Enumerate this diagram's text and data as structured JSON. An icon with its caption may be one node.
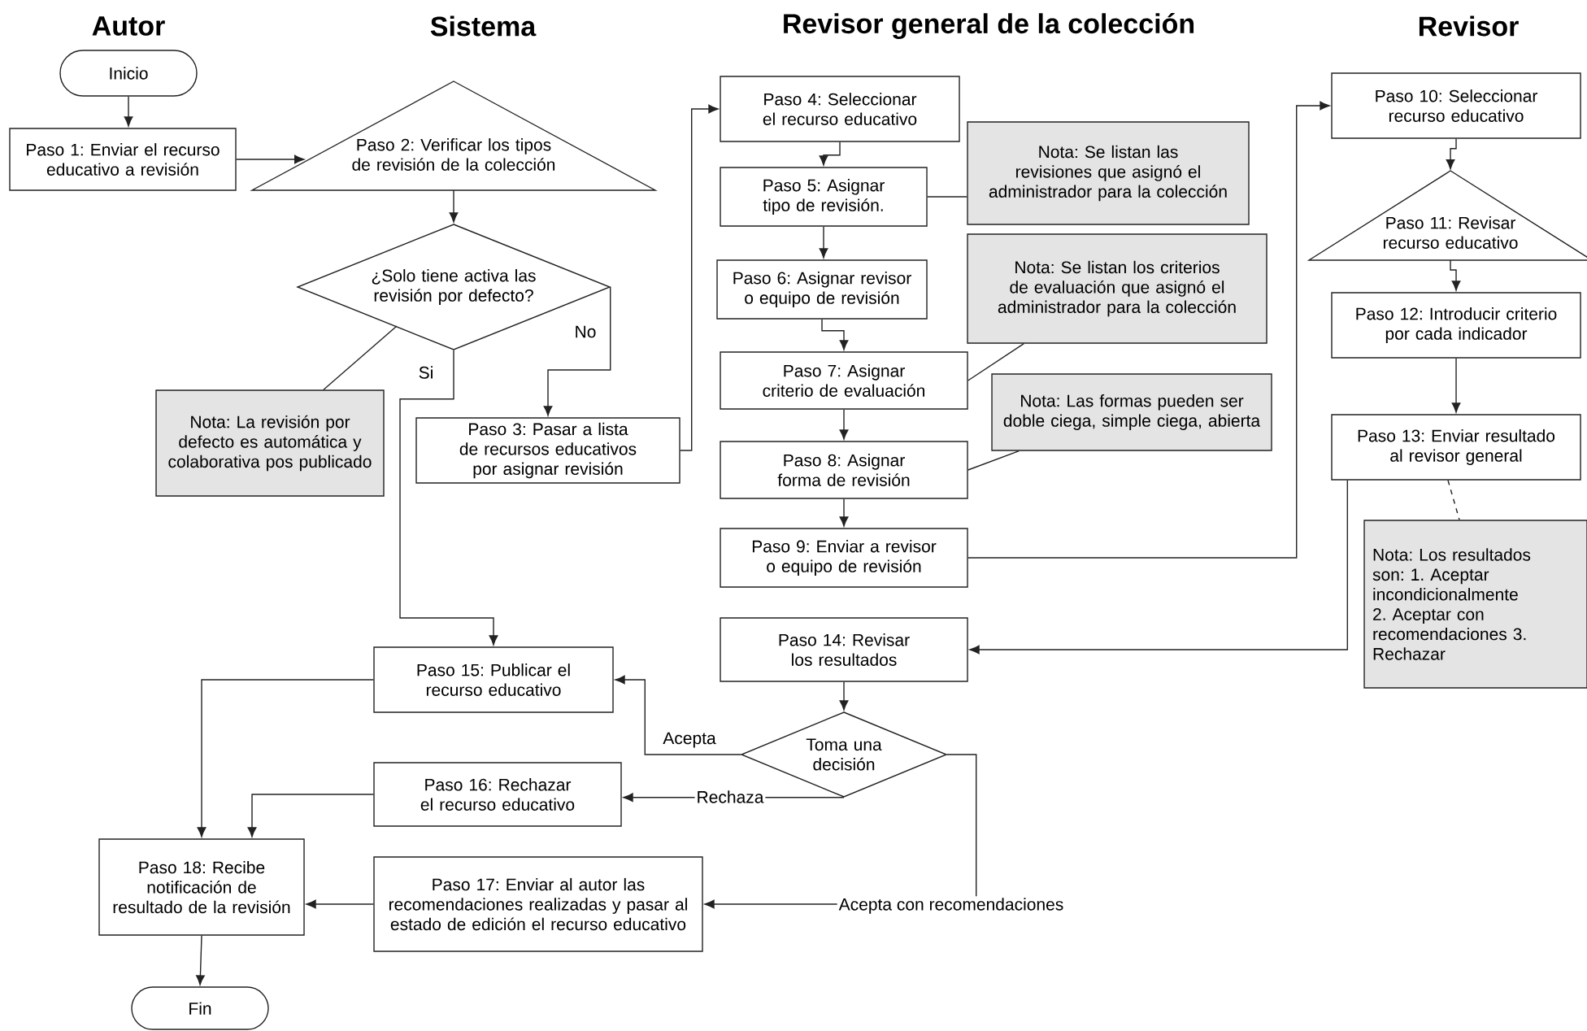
{
  "diagram": {
    "nodes": [
      {
        "text": [
          "Inicio"
        ]
      },
      {
        "text": [
          "Paso 1: Enviar el recurso educativo a revisión"
        ]
      },
      {
        "text": [
          "Paso 2: Verificar los tipos de revisión de la colección"
        ]
      },
      {
        "text": [
          "¿Solo tiene activa las revisión por defecto?"
        ]
      },
      {
        "text": [
          "Nota: La revisión por defecto es automática y colaborativa pos publicado"
        ]
      },
      {
        "text": [
          "Paso 3: Pasar a lista de recursos educativos por asignar revisión"
        ]
      },
      {
        "text": [
          "Paso 4: Seleccionar el recurso educativo"
        ]
      },
      {
        "text": [
          "Nota: Se listan las revisiones que asignó el administrador para la colección"
        ]
      },
      {
        "text": [
          "Paso 5: Asignar tipo de revisión."
        ]
      },
      {
        "text": [
          "Paso 6: Asignar revisor o equipo de revisión"
        ]
      },
      {
        "text": [
          "Nota: Se listan los criterios de evaluación que asignó el administrador para la colección"
        ]
      },
      {
        "text": [
          "Paso 7: Asignar criterio de evaluación"
        ]
      },
      {
        "text": [
          "Nota: Las formas pueden ser doble ciega, simple ciega, abierta"
        ]
      },
      {
        "text": [
          "Paso 8: Asignar forma de revisión"
        ]
      },
      {
        "text": [
          "Paso 9: Enviar a revisor o equipo de revisión"
        ]
      },
      {
        "text": [
          "Paso 10: Seleccionar recurso educativo"
        ]
      },
      {
        "text": [
          "Paso 11: Revisar recurso educativo"
        ]
      },
      {
        "text": [
          "Paso 12: Introducir criterio por cada indicador"
        ]
      },
      {
        "text": [
          "Paso 13: Enviar resultado al revisor general"
        ]
      },
      {
        "text": [
          "Nota: Los resultados son: 1. Aceptar incondicionalmente 2. Aceptar con recomendaciones 3. Rechazar"
        ]
      },
      {
        "text": [
          "Paso 14: Revisar los resultados"
        ]
      },
      {
        "text": [
          "Toma una decisión"
        ]
      },
      {
        "text": [
          "Paso 15: Publicar el recurso educativo"
        ]
      },
      {
        "text": [
          "Paso 16: Rechazar el recurso educativo"
        ]
      },
      {
        "text": [
          "Paso 17: Enviar al autor las recomendaciones realizadas y pasar al estado de edición el recurso educativo"
        ]
      },
      {
        "text": [
          "Paso 18: Recibe notificación de resultado de la revisión"
        ]
      },
      {
        "text": [
          "Fin"
        ]
      }
    ],
    "edges": [
      {
        "from": 0,
        "to": 1,
        "arrow": "to"
      },
      {
        "from": 1,
        "to": 2,
        "arrow": "to"
      },
      {
        "from": 2,
        "to": 3,
        "arrow": "to"
      },
      {
        "from": 3,
        "to": 5,
        "arrow": "to",
        "label": "No"
      },
      {
        "from": 3,
        "to": 22,
        "arrow": "to",
        "label": "Si"
      },
      {
        "from": 3,
        "to": 4,
        "arrow": "none"
      },
      {
        "from": 5,
        "to": 6,
        "arrow": "to"
      },
      {
        "from": 6,
        "to": 8,
        "arrow": "to"
      },
      {
        "from": 8,
        "to": 7,
        "arrow": "none"
      },
      {
        "from": 8,
        "to": 9,
        "arrow": "to"
      },
      {
        "from": 9,
        "to": 11,
        "arrow": "to"
      },
      {
        "from": 11,
        "to": 10,
        "arrow": "none"
      },
      {
        "from": 11,
        "to": 13,
        "arrow": "to"
      },
      {
        "from": 13,
        "to": 12,
        "arrow": "none"
      },
      {
        "from": 13,
        "to": 14,
        "arrow": "to"
      },
      {
        "from": 14,
        "to": 15,
        "arrow": "to"
      },
      {
        "from": 15,
        "to": 16,
        "arrow": "to"
      },
      {
        "from": 16,
        "to": 17,
        "arrow": "to"
      },
      {
        "from": 17,
        "to": 18,
        "arrow": "to"
      },
      {
        "from": 18,
        "to": 19,
        "arrow": "none",
        "style": "dashed"
      },
      {
        "from": 18,
        "to": 20,
        "arrow": "to"
      },
      {
        "from": 20,
        "to": 21,
        "arrow": "to"
      },
      {
        "from": 21,
        "to": 22,
        "arrow": "to",
        "label": "Acepta"
      },
      {
        "from": 21,
        "to": 23,
        "arrow": "to",
        "label": "Rechaza"
      },
      {
        "from": 21,
        "to": 24,
        "arrow": "to",
        "label": "Acepta con recomendaciones"
      },
      {
        "from": 22,
        "to": 25,
        "arrow": "to"
      },
      {
        "from": 23,
        "to": 25,
        "arrow": "to"
      },
      {
        "from": 24,
        "to": 25,
        "arrow": "to"
      },
      {
        "from": 25,
        "to": 26,
        "arrow": "to"
      }
    ],
    "labels": [
      "Autor",
      "Sistema",
      "Revisor general de la colección",
      "Revisor"
    ]
  }
}
